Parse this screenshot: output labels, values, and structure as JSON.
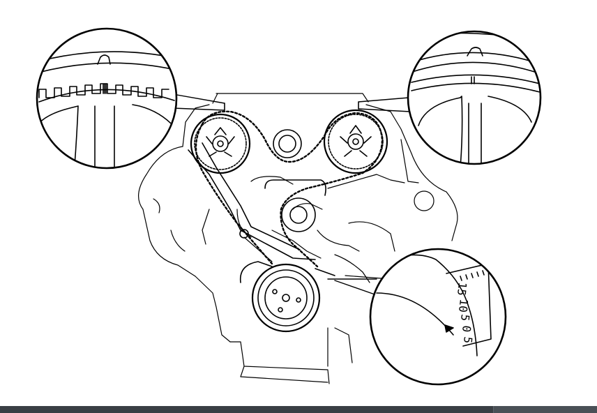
{
  "diagram": {
    "scale_labels": [
      "15",
      "10",
      "5",
      "0",
      "5"
    ]
  },
  "colors": {
    "ink": "#000000",
    "paper": "#ffffff",
    "bottom_bar": "#3a3f44"
  },
  "icons": [
    "left-cam-timing-mark-icon",
    "right-cam-timing-mark-icon",
    "crank-timing-scale-icon"
  ]
}
